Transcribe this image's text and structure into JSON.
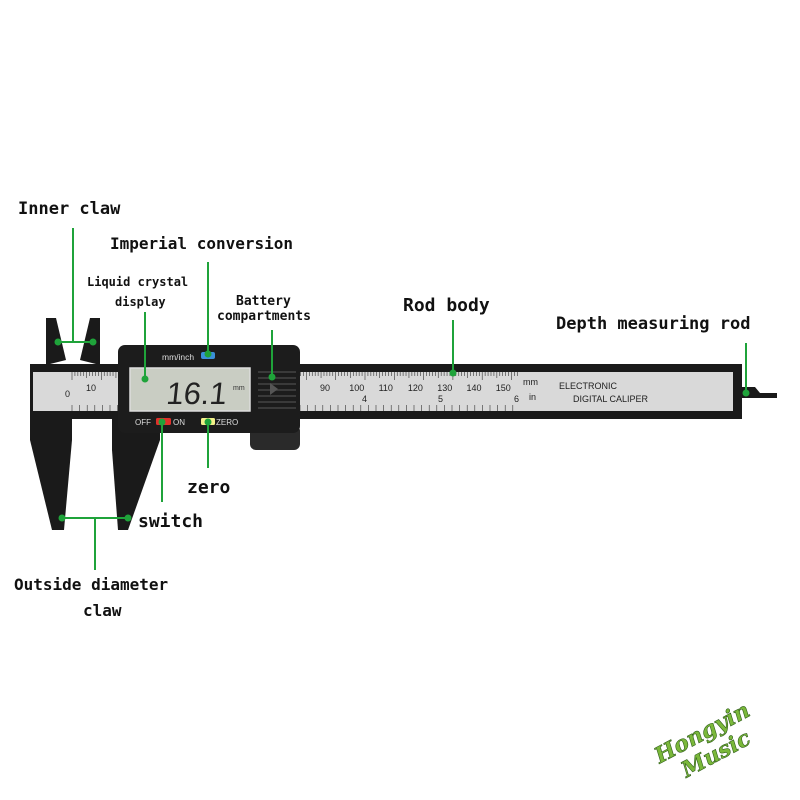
{
  "labels": {
    "inner_claw": "Inner claw",
    "imperial_conversion": "Imperial conversion",
    "lcd_line1": "Liquid crystal",
    "lcd_line2": "display",
    "battery_line1": "Battery",
    "battery_line2": "compartments",
    "rod_body": "Rod body",
    "depth_rod": "Depth measuring rod",
    "zero": "zero",
    "switch": "switch",
    "outside_line1": "Outside diameter",
    "outside_line2": "claw"
  },
  "caliper": {
    "reading": "16.1",
    "reading_unit": "mm",
    "unit_button": "mm/inch",
    "off": "OFF",
    "on": "ON",
    "zero_button": "ZERO",
    "brand_line1": "ELECTRONIC",
    "brand_line2": "DIGITAL CALIPER",
    "scale_mm_label": "mm",
    "scale_in_label": "in",
    "scale_start": [
      "0",
      "10"
    ],
    "scale_mm": [
      "90",
      "100",
      "110",
      "120",
      "130",
      "140",
      "150"
    ],
    "scale_in": [
      "4",
      "5",
      "6"
    ]
  },
  "watermark": {
    "line1": "Hongyin",
    "line2": "Music"
  },
  "colors": {
    "callout": "#1fa33a",
    "body": "#1a1a1a",
    "lcd": "#c9cdc3",
    "switch": "#e0302a",
    "zero_btn": "#f3f08a",
    "unit_btn": "#3a8fd8"
  }
}
